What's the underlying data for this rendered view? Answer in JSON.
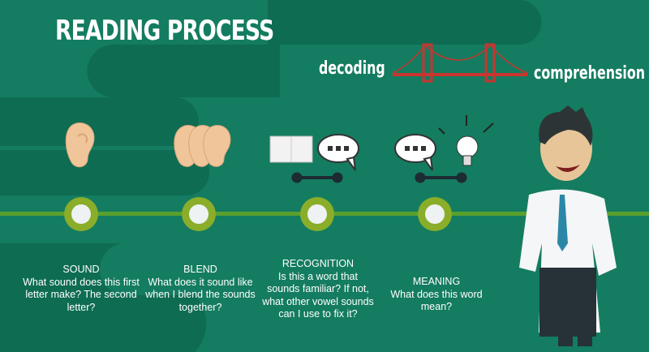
{
  "title": "READING PROCESS",
  "bridge": {
    "left_label": "decoding",
    "right_label": "comprehension"
  },
  "steps": [
    {
      "heading": "SOUND",
      "text": "What sound does this first letter make? The second letter?"
    },
    {
      "heading": "BLEND",
      "text": "What does it sound like when I blend the sounds together?"
    },
    {
      "heading": "RECOGNITION",
      "text": "Is this a word that sounds familiar? If not, what other vowel sounds can I use to fix it?"
    },
    {
      "heading": "MEANING",
      "text": "What does this word mean?"
    }
  ],
  "colors": {
    "background": "#147c60",
    "timeline": "#5aa02c",
    "node_ring": "#8aad2a",
    "bridge": "#c8352f"
  }
}
